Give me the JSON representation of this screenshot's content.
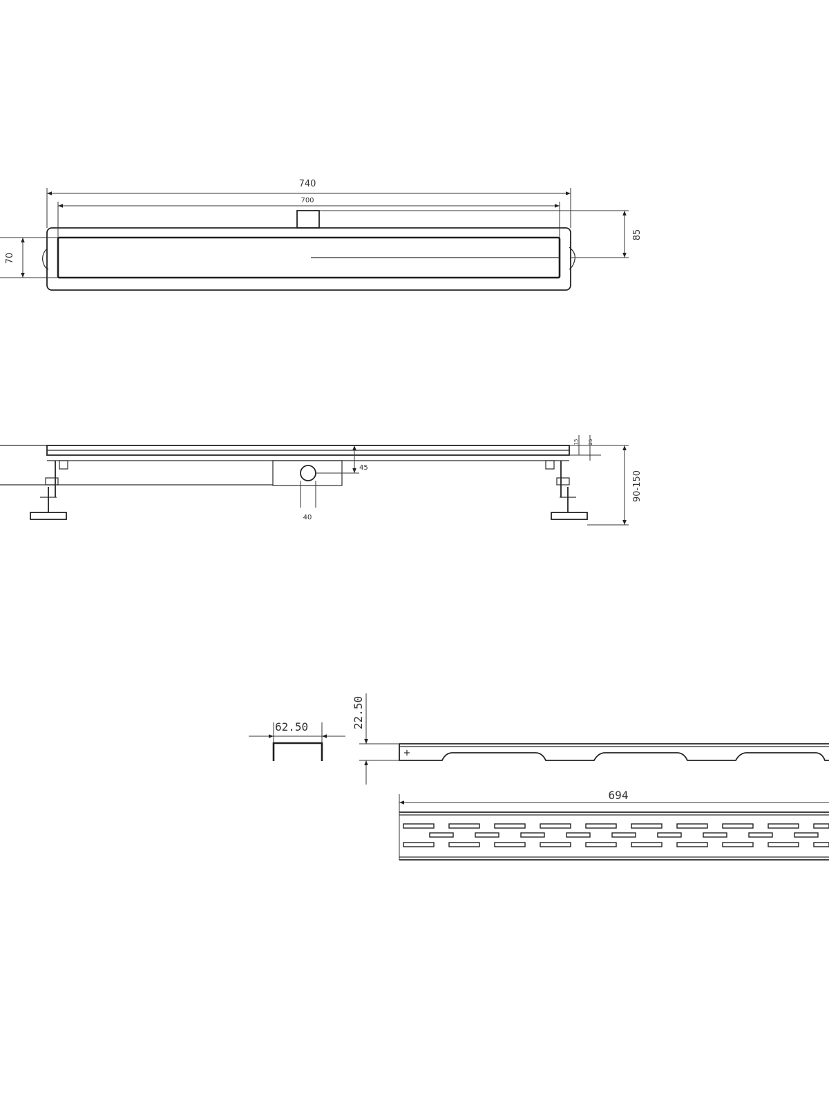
{
  "top_view": {
    "overall_length": "740",
    "inner_length": "700",
    "width": "70",
    "height": "85"
  },
  "side_view": {
    "frame_15": "15",
    "frame_25": "25",
    "depth": "45",
    "outlet": "40",
    "adjustable_height": "90-150"
  },
  "grate_detail": {
    "width": "62.50",
    "thickness": "22.50",
    "length": "694"
  },
  "colors": {
    "line": "#222222",
    "background": "#ffffff"
  }
}
